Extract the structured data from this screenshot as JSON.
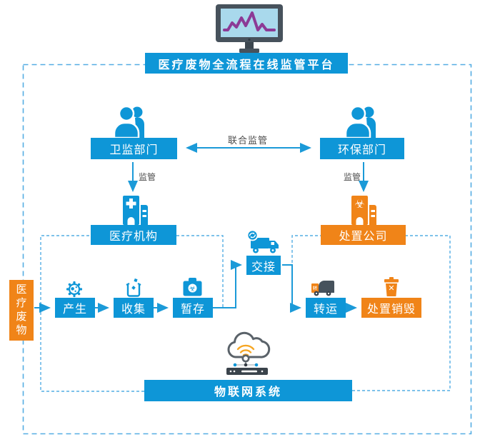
{
  "platform": {
    "title": "医疗废物全流程在线监管平台"
  },
  "supervision": {
    "left_dept": "卫监部门",
    "right_dept": "环保部门",
    "joint_label": "联合监管",
    "left_supervise": "监管",
    "right_supervise": "监管"
  },
  "organizations": {
    "medical": "医疗机构",
    "disposal": "处置公司"
  },
  "waste_label": "医疗废物",
  "flow": {
    "produce": "产生",
    "collect": "收集",
    "store": "暂存",
    "handover": "交接",
    "transfer": "转运",
    "destroy": "处置销毁"
  },
  "iot_label": "物联网系统",
  "glyphs": {
    "biohazard": "☣",
    "cross_x": "✕",
    "truck_char": "转"
  },
  "colors": {
    "blue": "#0e96d7",
    "orange": "#f08418",
    "dashed_blue": "#54ade3",
    "monitor_frame": "#47525c",
    "monitor_screen": "#a9d9ec",
    "wave_purple": "#8c3a96",
    "cloud_gray": "#5a6269",
    "wifi_orange": "#f6a623",
    "text_gray": "#4d4d4d"
  }
}
